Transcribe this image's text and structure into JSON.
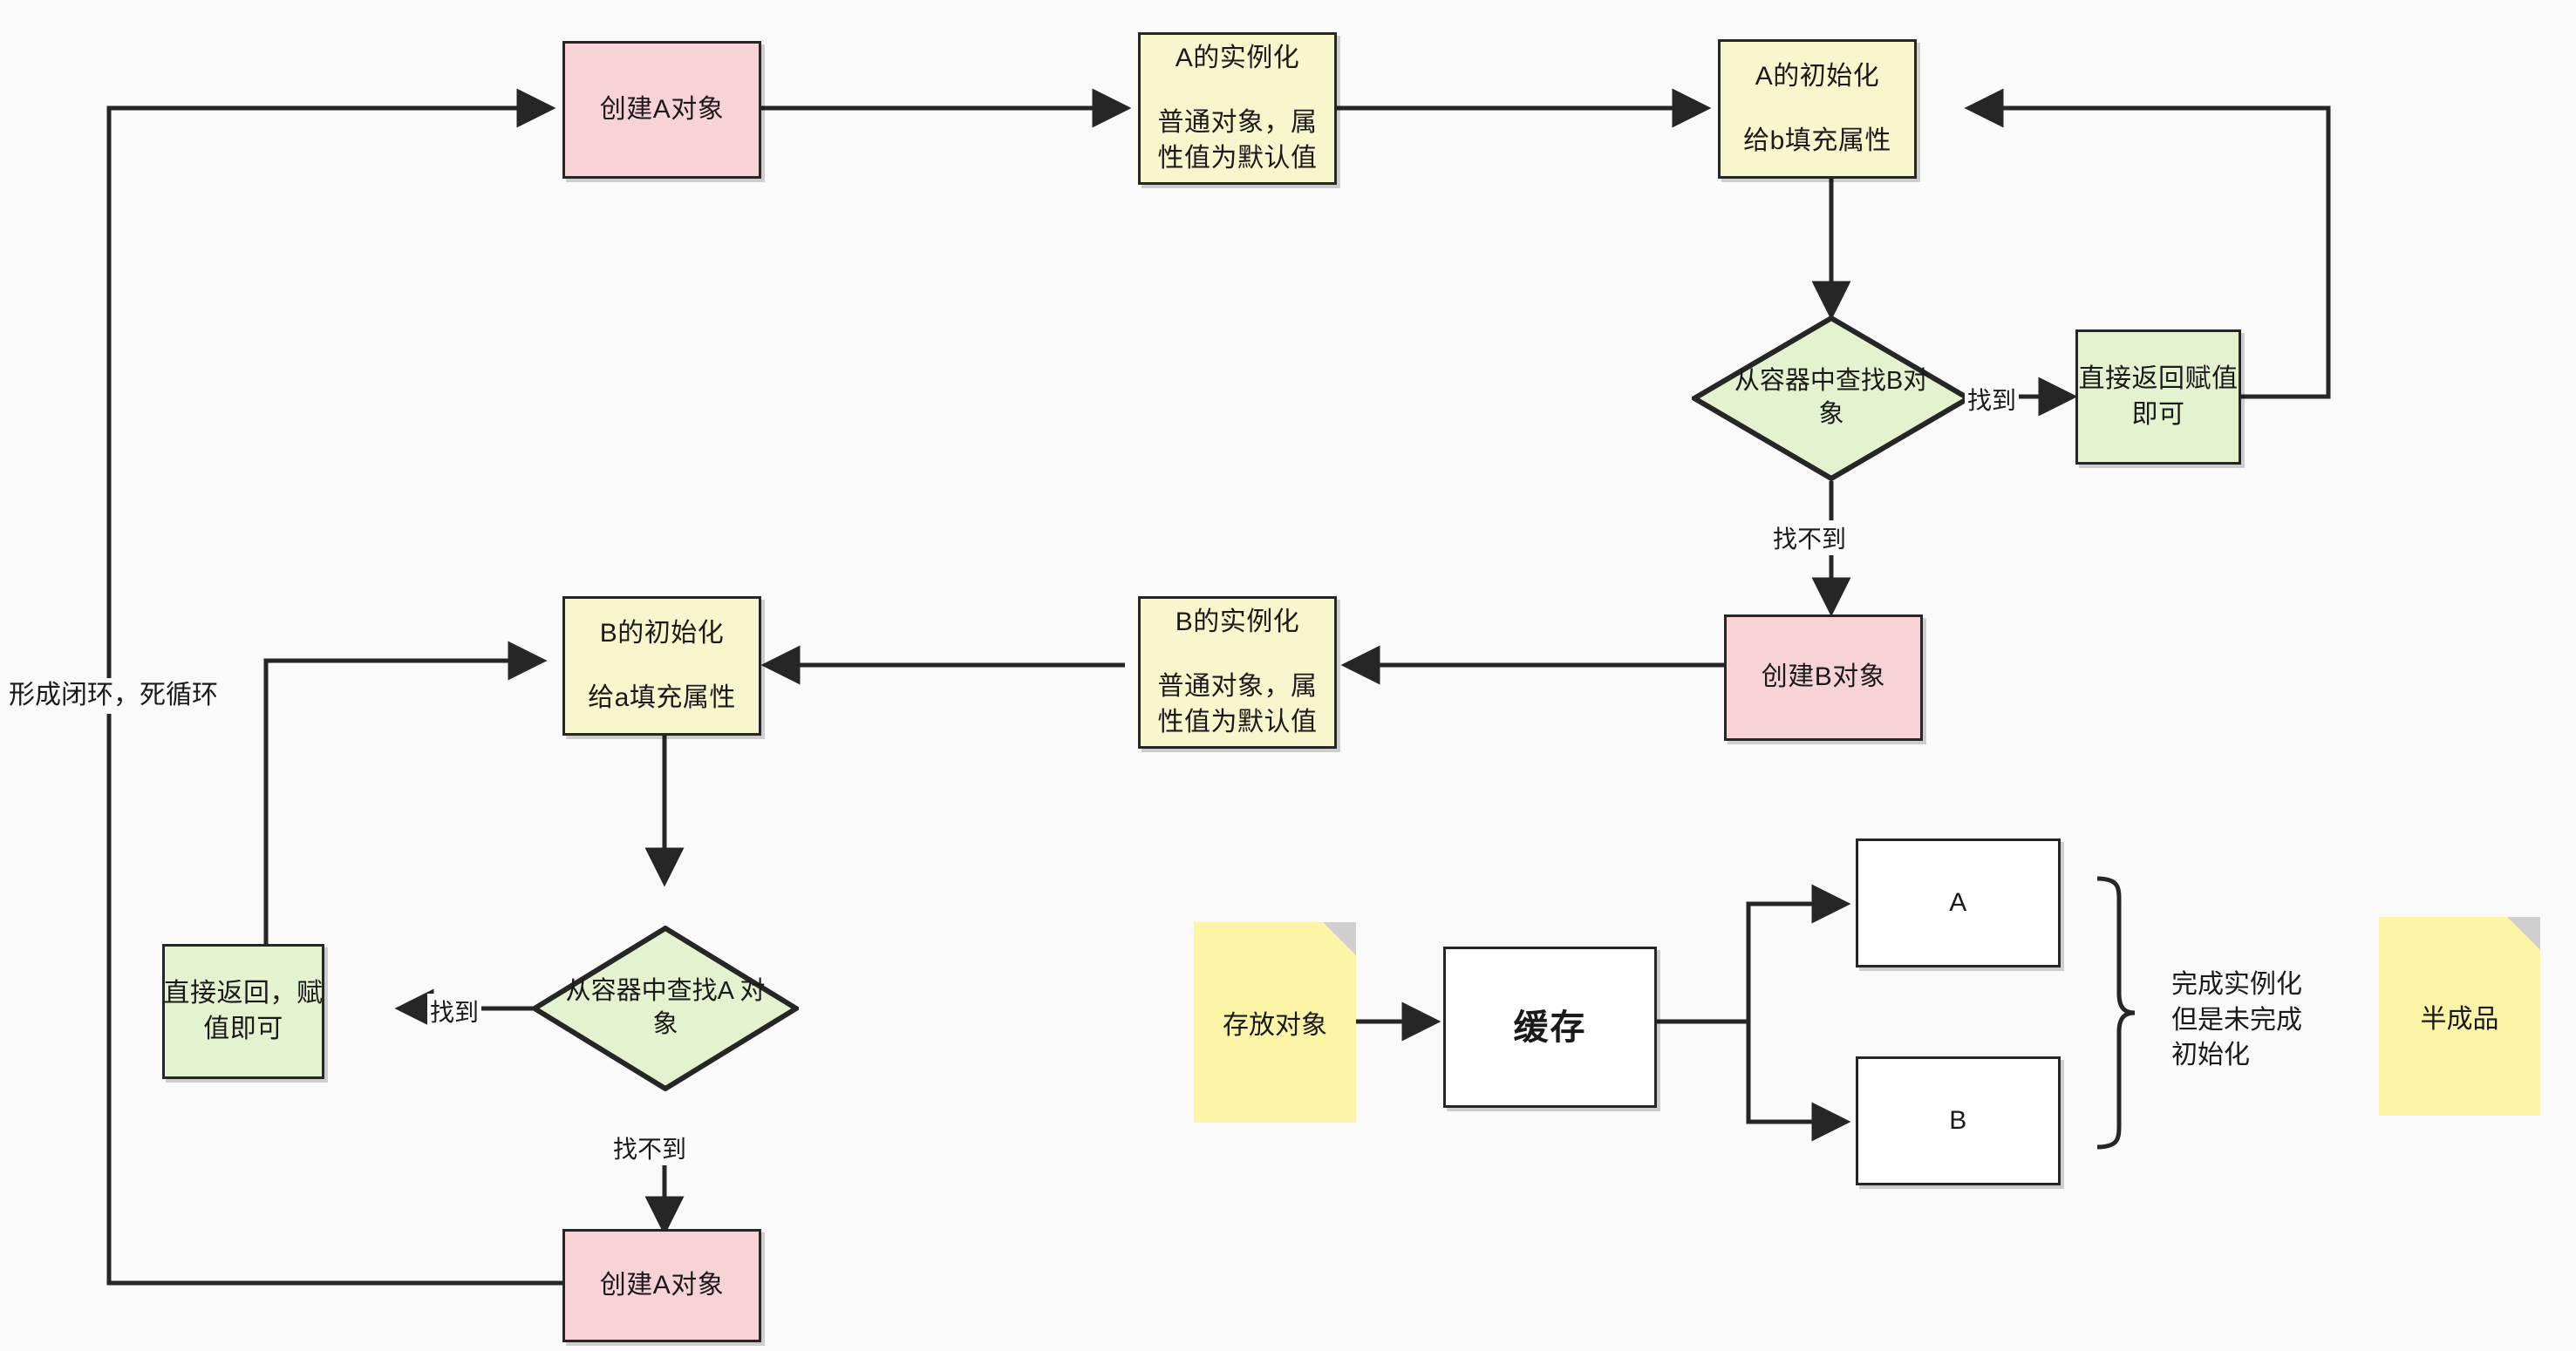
{
  "diagram": {
    "title": "循环依赖流程图",
    "colors": {
      "pink": "#f8d3d6",
      "yellow": "#f8f6cd",
      "green": "#e3f3cf",
      "white": "#ffffff",
      "note": "#fcf5a8",
      "stroke": "#262626",
      "background": "#fafafa"
    },
    "nodes": {
      "create_a_top": {
        "label": "创建A对象",
        "shape": "rectangle",
        "fill": "pink"
      },
      "instantiate_a": {
        "title": "A的实例化",
        "line1": "普通对象，属",
        "line2": "性值为默认值",
        "shape": "rectangle",
        "fill": "yellow"
      },
      "init_a": {
        "title": "A的初始化",
        "line1": "给b填充属性",
        "shape": "rectangle",
        "fill": "yellow"
      },
      "find_b": {
        "line1": "从容器中查找B对",
        "line2": "象",
        "shape": "diamond",
        "fill": "green"
      },
      "return_b": {
        "line1": "直接返回赋值",
        "line2": "即可",
        "shape": "rectangle",
        "fill": "green"
      },
      "create_b": {
        "label": "创建B对象",
        "shape": "rectangle",
        "fill": "pink"
      },
      "instantiate_b": {
        "title": "B的实例化",
        "line1": "普通对象，属",
        "line2": "性值为默认值",
        "shape": "rectangle",
        "fill": "yellow"
      },
      "init_b": {
        "title": "B的初始化",
        "line1": "给a填充属性",
        "shape": "rectangle",
        "fill": "yellow"
      },
      "find_a": {
        "line1": "从容器中查找A",
        "line2": "对象",
        "shape": "diamond",
        "fill": "green"
      },
      "return_a": {
        "line1": "直接返回，赋",
        "line2": "值即可",
        "shape": "rectangle",
        "fill": "green"
      },
      "create_a_bottom": {
        "label": "创建A对象",
        "shape": "rectangle",
        "fill": "pink"
      },
      "store_object_note": {
        "label": "存放对象",
        "shape": "note",
        "fill": "note"
      },
      "cache": {
        "label": "缓存",
        "shape": "rectangle",
        "fill": "white"
      },
      "object_a": {
        "label": "A",
        "shape": "rectangle",
        "fill": "white"
      },
      "object_b": {
        "label": "B",
        "shape": "rectangle",
        "fill": "white"
      },
      "semi_finished_note": {
        "label": "半成品",
        "shape": "note",
        "fill": "note"
      }
    },
    "edge_labels": {
      "found_b": "找到",
      "not_found_b": "找不到",
      "found_a": "找到",
      "not_found_a": "找不到"
    },
    "annotations": {
      "dead_loop": "形成闭环，死循环",
      "brace_line1": "完成实例化",
      "brace_line2": "但是未完成",
      "brace_line3": "初始化"
    }
  }
}
